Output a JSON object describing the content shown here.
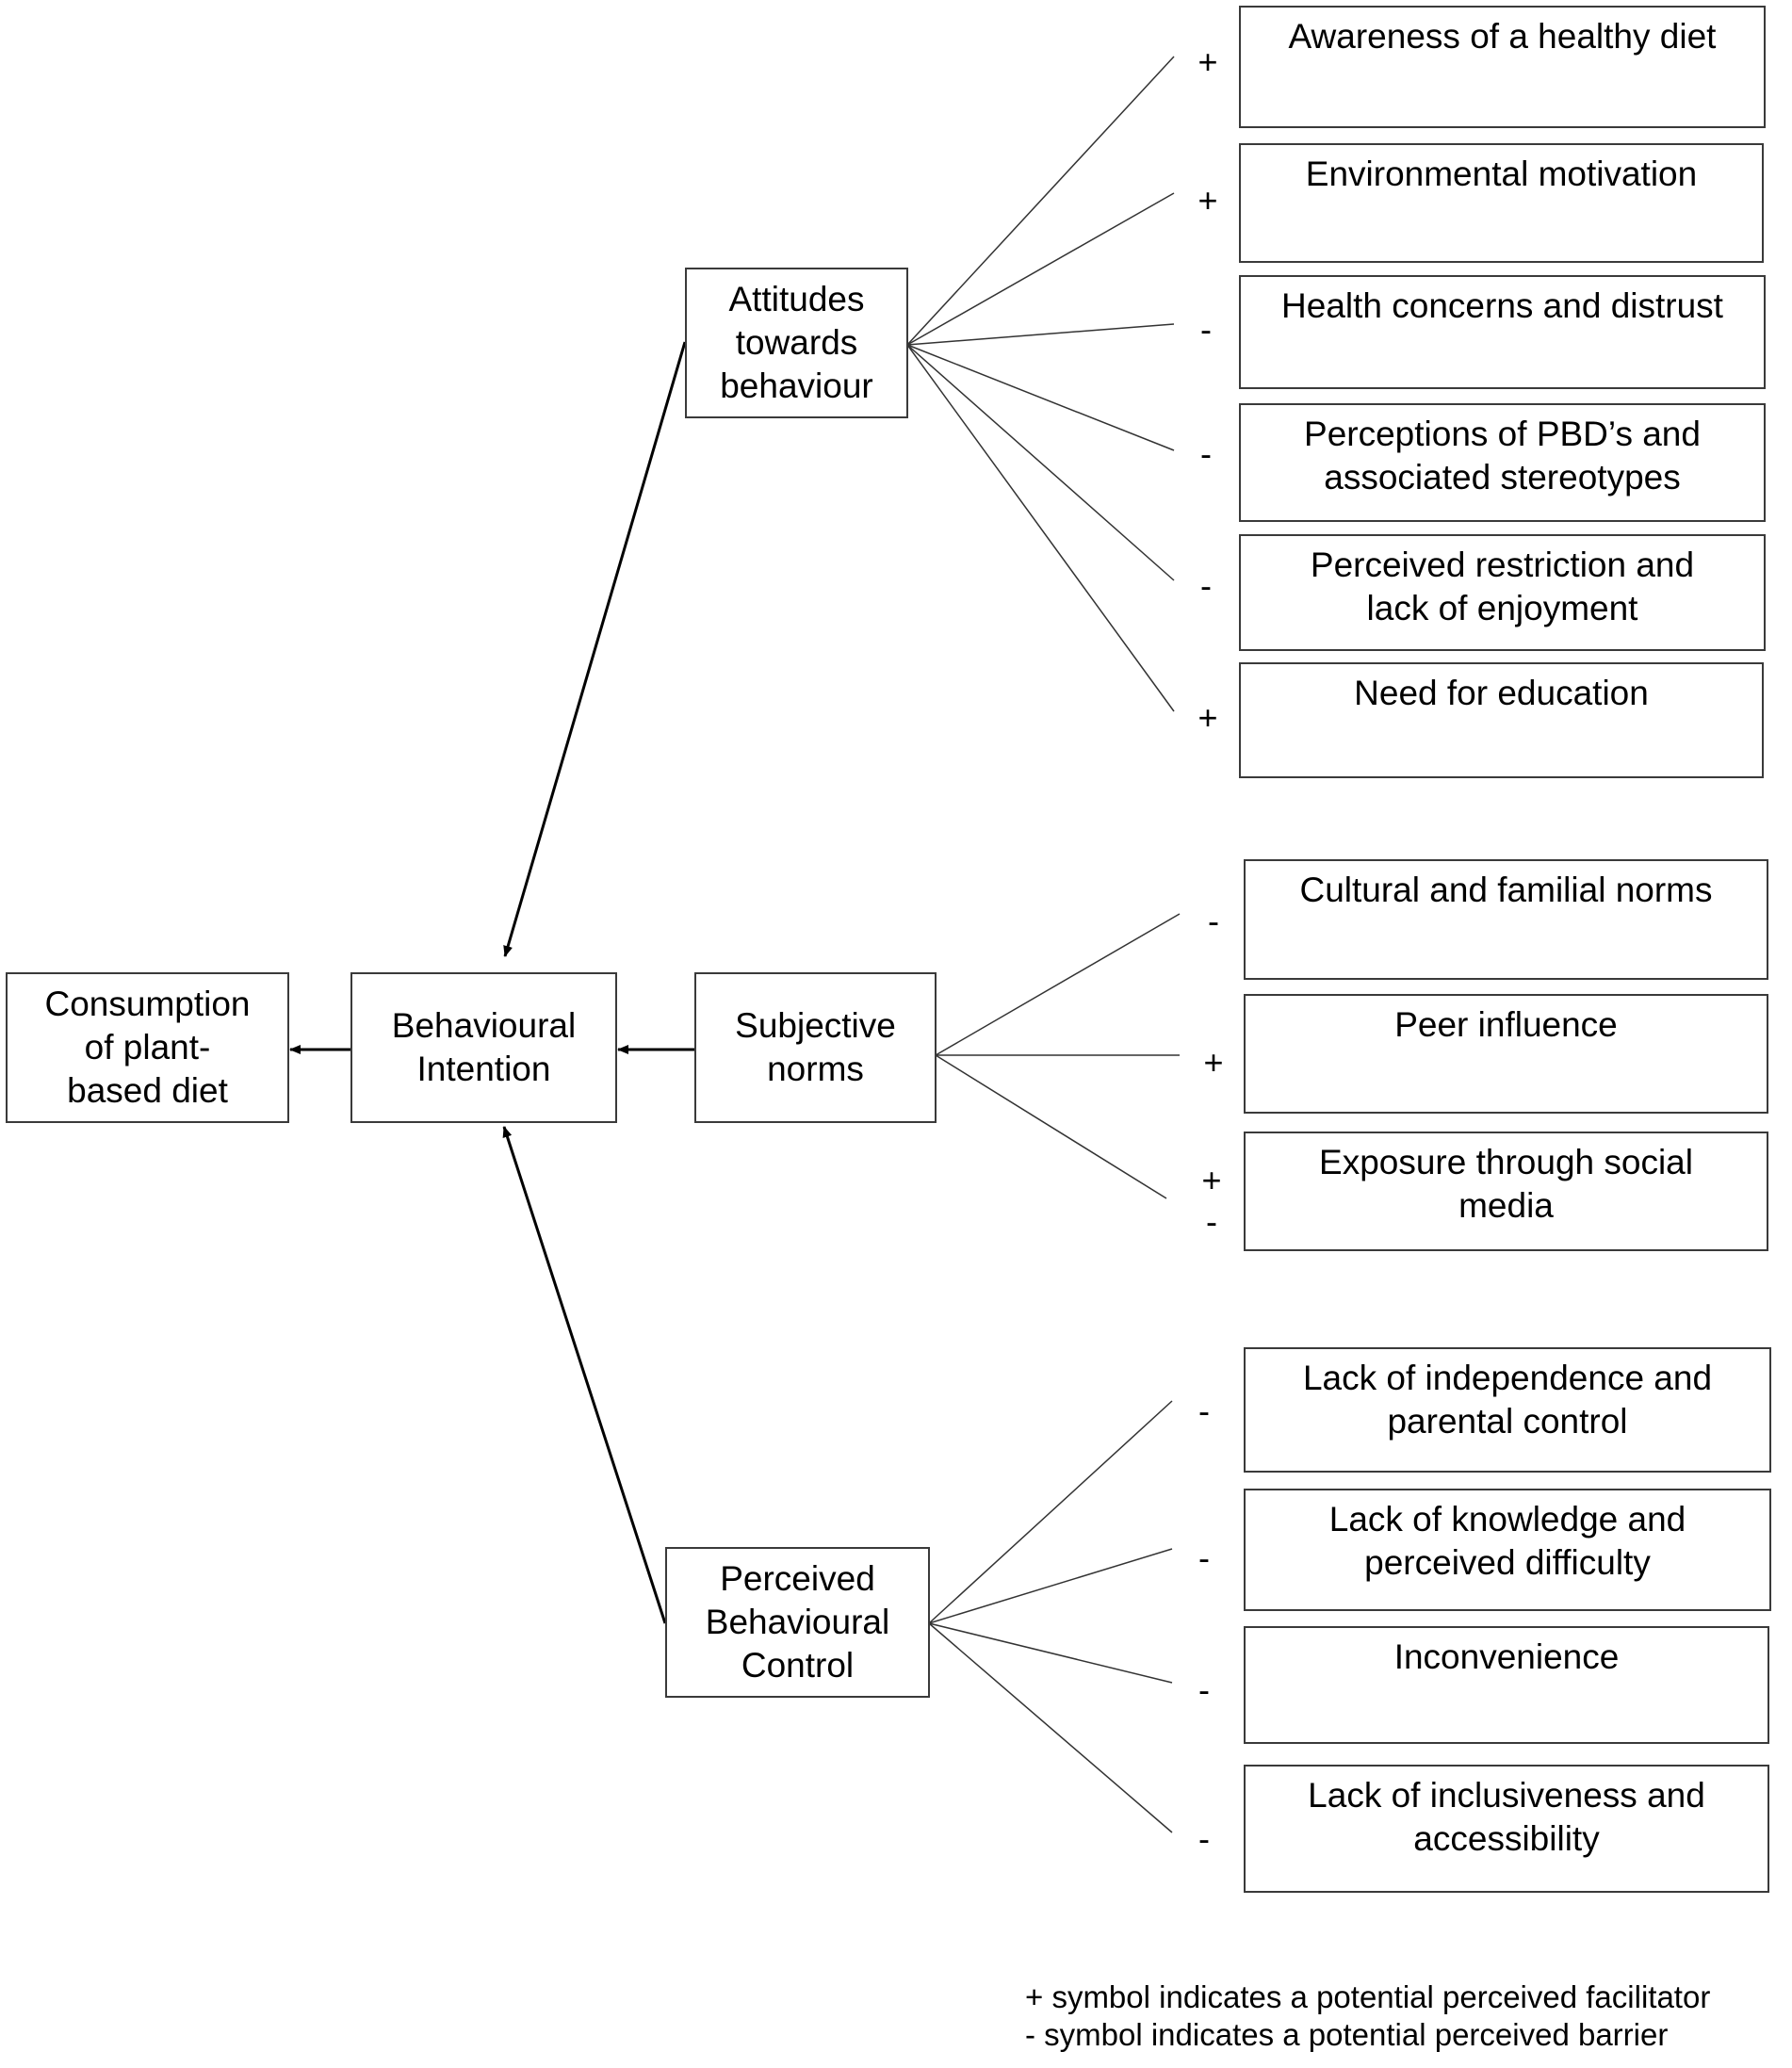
{
  "central": {
    "consumption": "Consumption of plant-based diet",
    "intention": "Behavioural Intention"
  },
  "constructs": {
    "attitudes": "Attitudes towards behaviour",
    "norms": "Subjective norms",
    "control": "Perceived Behavioural Control"
  },
  "factors": {
    "attitudes": [
      {
        "label": "Awareness of a healthy diet",
        "sign": "+"
      },
      {
        "label": "Environmental motivation",
        "sign": "+"
      },
      {
        "label": "Health concerns and distrust",
        "sign": "-"
      },
      {
        "label": "Perceptions of PBD’s and associated stereotypes",
        "sign": "-"
      },
      {
        "label": "Perceived restriction and lack of enjoyment",
        "sign": "-"
      },
      {
        "label": "Need for education",
        "sign": "+"
      }
    ],
    "norms": [
      {
        "label": "Cultural and familial norms",
        "sign": "-"
      },
      {
        "label": "Peer influence",
        "sign": "+"
      },
      {
        "label": "Exposure through social media",
        "sign": "+",
        "sign2": "-"
      }
    ],
    "control": [
      {
        "label": "Lack of independence and parental control",
        "sign": "-"
      },
      {
        "label": "Lack of knowledge and perceived difficulty",
        "sign": "-"
      },
      {
        "label": "Inconvenience",
        "sign": "-"
      },
      {
        "label": "Lack of inclusiveness and accessibility",
        "sign": "-"
      }
    ]
  },
  "legend": {
    "plus": "+ symbol indicates a potential perceived facilitator",
    "minus": "- symbol indicates a potential perceived barrier"
  }
}
